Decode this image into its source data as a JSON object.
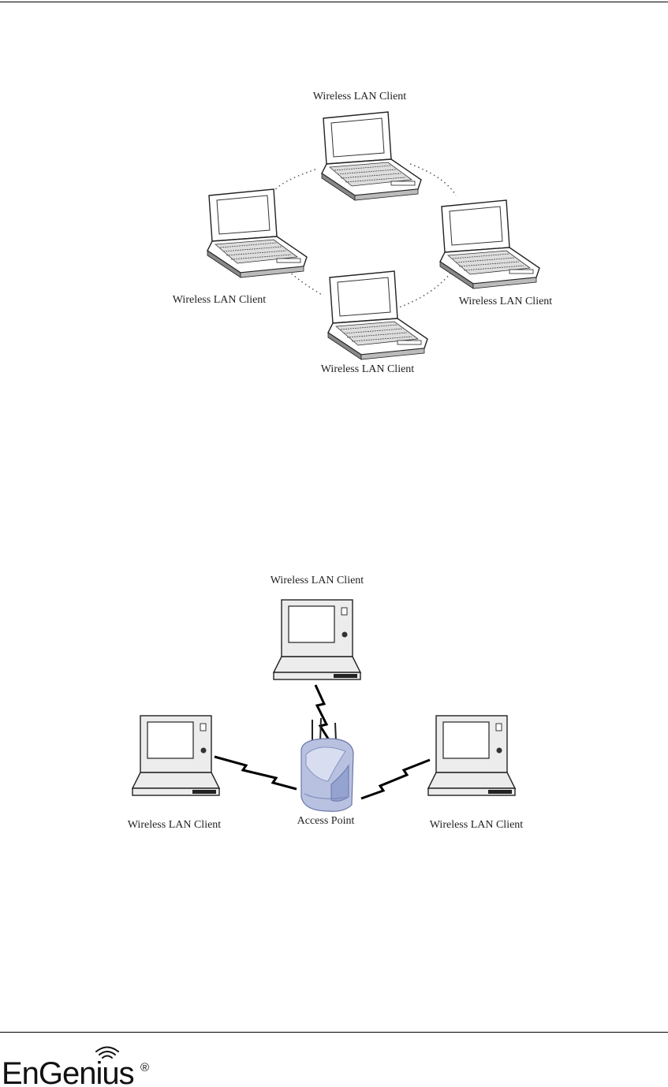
{
  "adhoc_diagram": {
    "labels": {
      "top": "Wireless LAN Client",
      "left": "Wireless LAN Client",
      "right": "Wireless LAN Client",
      "bottom": "Wireless LAN Client"
    }
  },
  "infrastructure_diagram": {
    "labels": {
      "top": "Wireless LAN Client",
      "left": "Wireless LAN Client",
      "right": "Wireless LAN Client",
      "access_point": "Access Point"
    }
  },
  "footer": {
    "logo_text": "EnGenius",
    "trademark": "®"
  }
}
